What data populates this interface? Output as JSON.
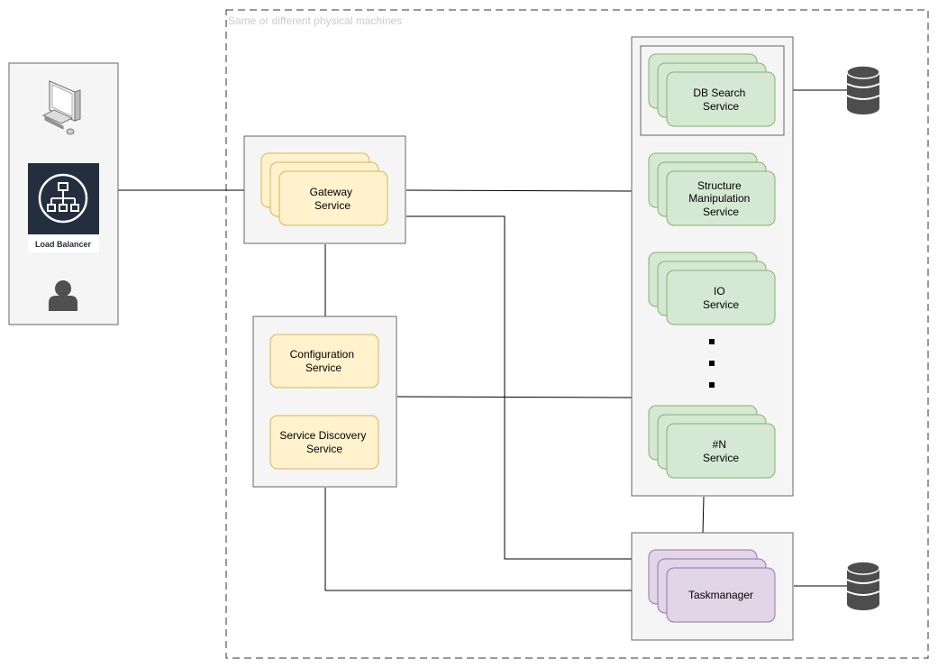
{
  "boundary": {
    "label": "Same or different physical machines"
  },
  "client": {
    "load_balancer_label": "Load Balancer"
  },
  "gateway": {
    "line1": "Gateway",
    "line2": "Service"
  },
  "config": {
    "configuration": {
      "line1": "Configuration",
      "line2": "Service"
    },
    "discovery": {
      "line1": "Service Discovery",
      "line2": "Service"
    }
  },
  "services": {
    "db_search": {
      "line1": "DB Search",
      "line2": "Service"
    },
    "structure": {
      "line1": "Structure",
      "line2": "Manipulation",
      "line3": "Service"
    },
    "io": {
      "line1": "IO",
      "line2": "Service"
    },
    "n": {
      "line1": "#N",
      "line2": "Service"
    }
  },
  "taskmanager": {
    "label": "Taskmanager"
  },
  "colors": {
    "yellow_fill": "#fff2cc",
    "yellow_stroke": "#d6b656",
    "green_fill": "#d5e8d4",
    "green_stroke": "#82b366",
    "purple_fill": "#e1d5e7",
    "purple_stroke": "#9673a6",
    "group_fill": "#f5f5f5",
    "group_stroke": "#666666",
    "lb_dark": "#232f3e",
    "icon_gray": "#555555"
  }
}
